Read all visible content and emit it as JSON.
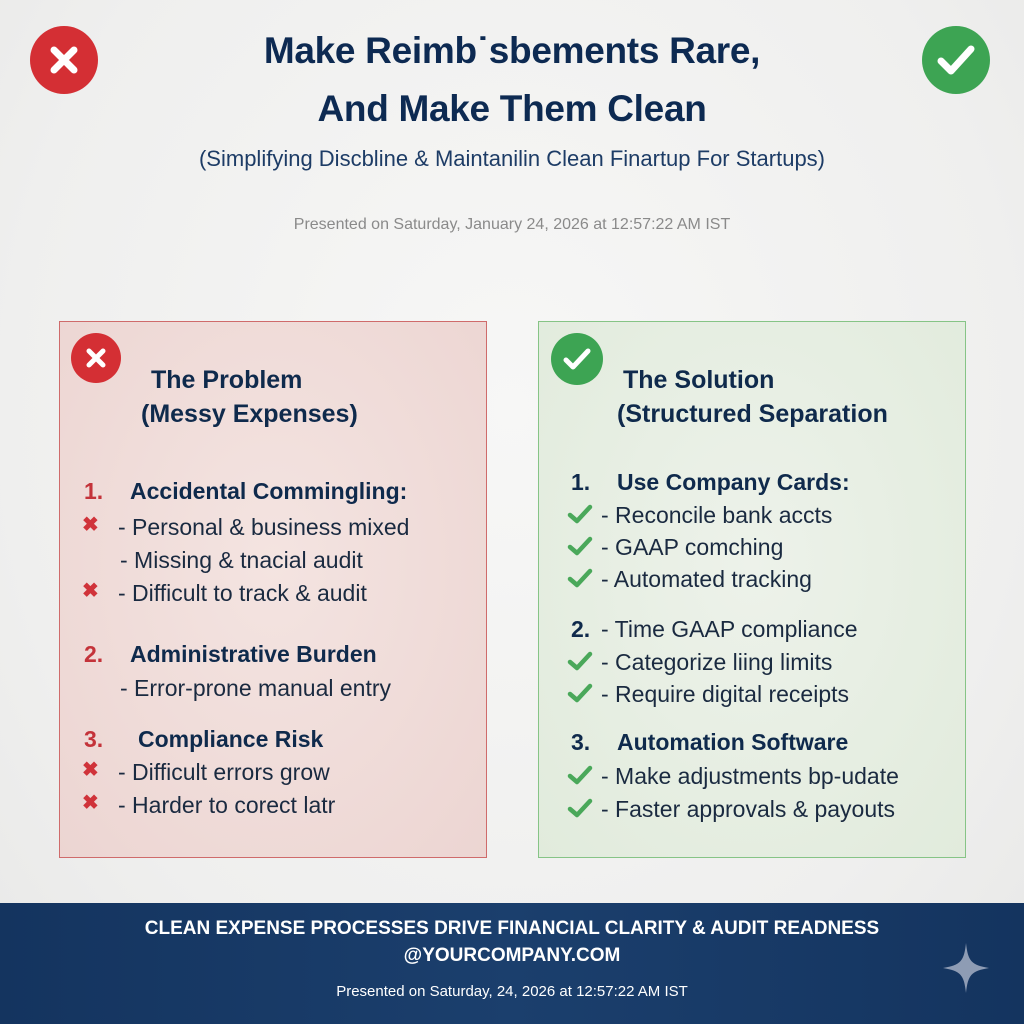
{
  "header": {
    "title_line1": "Make Reimb˙sbements Rare,",
    "title_line2": "And Make Them Clean",
    "subtitle": "(Simplifying Discbline & Maintanilin Clean Finartup For Startups)",
    "date": "Presented on Saturday, January 24, 2026 at 12:57:22 AM IST"
  },
  "problem": {
    "title": "The Problem",
    "subtitle": "(Messy Expenses)",
    "rows": [
      {
        "type": "heading",
        "num": "1.",
        "text": "Accidental Commingling:"
      },
      {
        "type": "bullet",
        "marker": "x",
        "text": "- Personal & business mixed"
      },
      {
        "type": "bullet",
        "marker": "",
        "text": "- Missing & tnacial audit"
      },
      {
        "type": "bullet",
        "marker": "x",
        "text": "- Difficult to track & audit"
      },
      {
        "type": "heading",
        "num": "2.",
        "text": "Administrative Burden"
      },
      {
        "type": "bullet",
        "marker": "",
        "text": "- Error-prone manual entry"
      },
      {
        "type": "heading",
        "num": "3.",
        "text": "Compliance Risk"
      },
      {
        "type": "bullet",
        "marker": "x",
        "text": "- Difficult errors grow"
      },
      {
        "type": "bullet",
        "marker": "x",
        "text": "- Harder to corect latr"
      }
    ]
  },
  "solution": {
    "title": "The Solution",
    "subtitle": "(Structured Separation",
    "rows": [
      {
        "type": "heading",
        "num": "1.",
        "text": "Use Company Cards:"
      },
      {
        "type": "bullet",
        "marker": "check",
        "text": "- Reconcile bank accts"
      },
      {
        "type": "bullet",
        "marker": "check",
        "text": "- GAAP comching"
      },
      {
        "type": "bullet",
        "marker": "check",
        "text": "- Automated tracking"
      },
      {
        "type": "bullet",
        "num": "2.",
        "marker": "",
        "text": "- Time  GAAP compliance"
      },
      {
        "type": "bullet",
        "marker": "check",
        "text": "- Categorize liing limits"
      },
      {
        "type": "bullet",
        "marker": "check",
        "text": "- Require digital receipts"
      },
      {
        "type": "heading",
        "num": "3.",
        "text": "Automation Software"
      },
      {
        "type": "bullet",
        "marker": "check",
        "text": "- Make adjustments bp-udate"
      },
      {
        "type": "bullet",
        "marker": "check",
        "text": "- Faster approvals & payouts"
      }
    ]
  },
  "footer": {
    "tagline": "CLEAN EXPENSE PROCESSES DRIVE FINANCIAL CLARITY & AUDIT READNESS",
    "email": "@YOURCOMPANY.COM",
    "date": "Presented on Saturday, 24, 2026 at 12:57:22 AM IST"
  },
  "colors": {
    "navy": "#0d2a52",
    "red": "#d42f34",
    "green": "#3da453",
    "footer": "#173a66"
  }
}
